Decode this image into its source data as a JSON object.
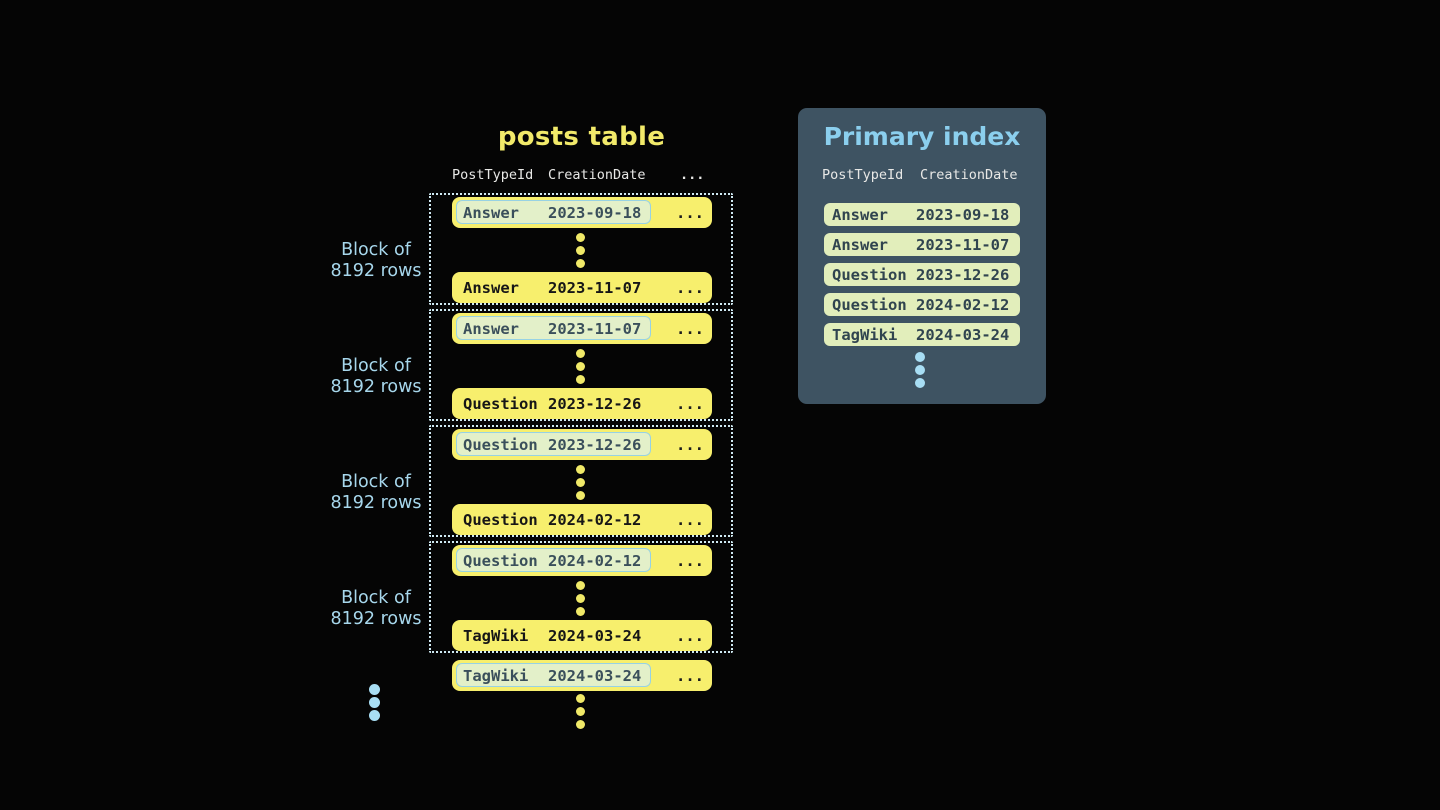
{
  "colors": {
    "background": "#050505",
    "row_yellow": "#f7ef6d",
    "title_yellow": "#f2ea6a",
    "highlight_fill": "#e3f0c9",
    "highlight_border": "#97d2e4",
    "block_dotted_border": "#cfe9f2",
    "panel_background": "#3e5362",
    "panel_title_blue": "#8bcfee",
    "index_entry_fill": "#e2eebb",
    "slate_text": "#3a4f5b",
    "header_text": "#e8e8e6",
    "block_label_blue": "#a7d7ec",
    "dot_blue": "#a8def4"
  },
  "posts_table": {
    "title": "posts table",
    "headers": {
      "post_type": "PostTypeId",
      "creation_date": "CreationDate",
      "more": "..."
    },
    "block_label": {
      "line1": "Block of",
      "line2": "8192 rows"
    },
    "row_ellipsis": "...",
    "blocks": [
      {
        "first_row": {
          "post_type": "Answer",
          "creation_date": "2023-09-18"
        },
        "last_row": {
          "post_type": "Answer",
          "creation_date": "2023-11-07"
        }
      },
      {
        "first_row": {
          "post_type": "Answer",
          "creation_date": "2023-11-07"
        },
        "last_row": {
          "post_type": "Question",
          "creation_date": "2023-12-26"
        }
      },
      {
        "first_row": {
          "post_type": "Question",
          "creation_date": "2023-12-26"
        },
        "last_row": {
          "post_type": "Question",
          "creation_date": "2024-02-12"
        }
      },
      {
        "first_row": {
          "post_type": "Question",
          "creation_date": "2024-02-12"
        },
        "last_row": {
          "post_type": "TagWiki",
          "creation_date": "2024-03-24"
        }
      }
    ],
    "overflow_row": {
      "post_type": "TagWiki",
      "creation_date": "2024-03-24"
    }
  },
  "primary_index": {
    "title": "Primary index",
    "headers": {
      "post_type": "PostTypeId",
      "creation_date": "CreationDate"
    },
    "entries": [
      {
        "post_type": "Answer",
        "creation_date": "2023-09-18"
      },
      {
        "post_type": "Answer",
        "creation_date": "2023-11-07"
      },
      {
        "post_type": "Question",
        "creation_date": "2023-12-26"
      },
      {
        "post_type": "Question",
        "creation_date": "2024-02-12"
      },
      {
        "post_type": "TagWiki",
        "creation_date": "2024-03-24"
      }
    ]
  }
}
